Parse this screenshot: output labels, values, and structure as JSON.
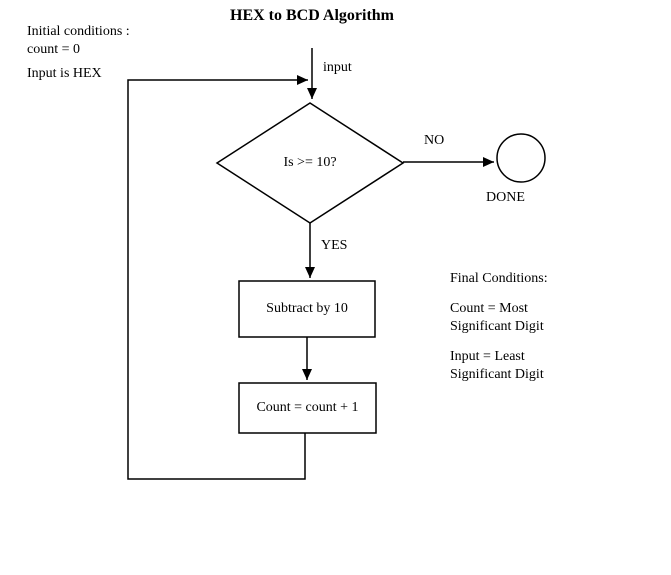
{
  "title": "HEX to BCD Algorithm",
  "notes": {
    "initial_line1": "Initial conditions :",
    "initial_line2": "count = 0",
    "initial_line3": "Input is HEX",
    "final_heading": "Final Conditions:",
    "final_count_line1": "Count = Most",
    "final_count_line2": "Significant Digit",
    "final_input_line1": "Input = Least",
    "final_input_line2": "Significant Digit"
  },
  "flowchart": {
    "input_label": "input",
    "decision_label": "Is >= 10?",
    "no_label": "NO",
    "yes_label": "YES",
    "done_label": "DONE",
    "process1_label": "Subtract by 10",
    "process2_label": "Count = count + 1"
  },
  "colors": {
    "line": "#000000",
    "background": "#ffffff"
  }
}
